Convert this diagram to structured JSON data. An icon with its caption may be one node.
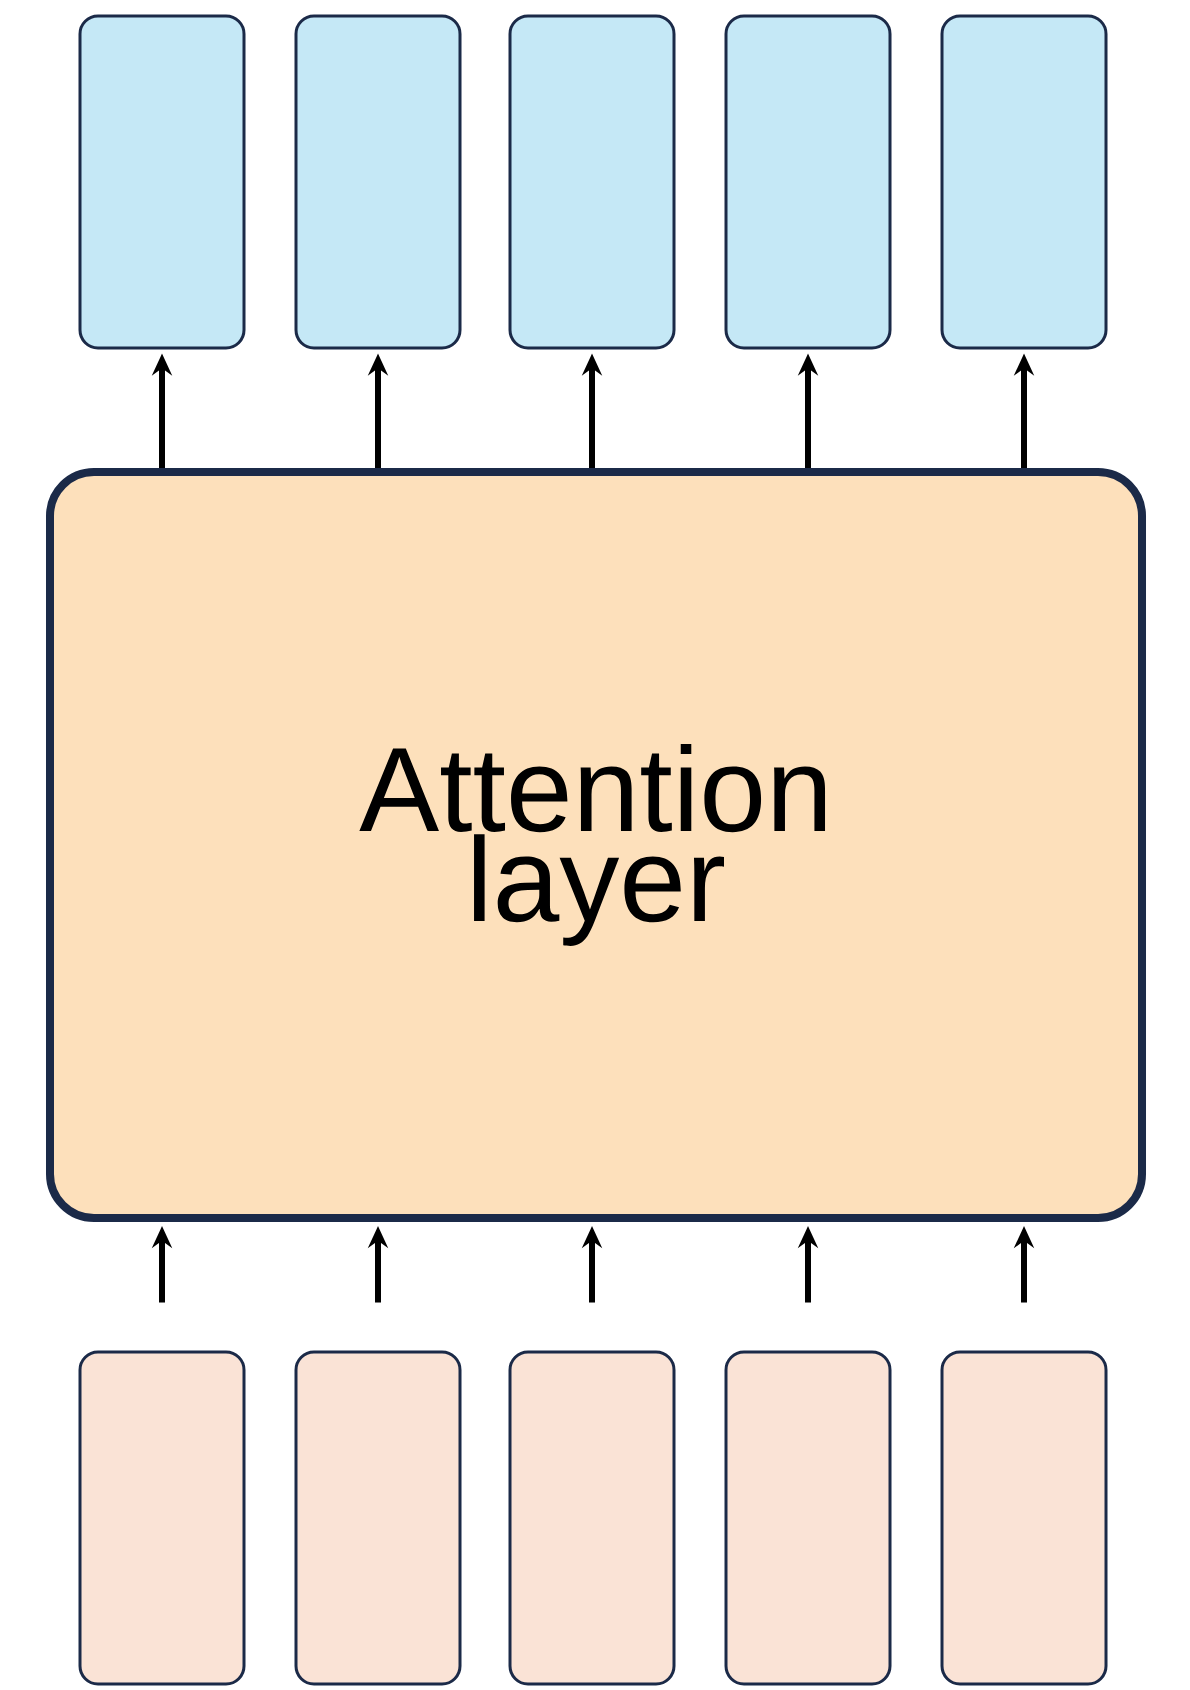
{
  "diagram": {
    "nodes": [
      {
        "text": [],
        "shape": "box"
      },
      {
        "text": [],
        "shape": "box"
      },
      {
        "text": [],
        "shape": "box"
      },
      {
        "text": [],
        "shape": "box"
      },
      {
        "text": [],
        "shape": "box"
      },
      {
        "text": [
          "Attention layer"
        ]
      },
      {
        "text": [],
        "shape": "box"
      },
      {
        "text": [],
        "shape": "box"
      },
      {
        "text": [],
        "shape": "box"
      },
      {
        "text": [],
        "shape": "box"
      },
      {
        "text": [],
        "shape": "box"
      }
    ],
    "edges": [
      {
        "from": 5,
        "to": 0,
        "arrow": "to"
      },
      {
        "from": 5,
        "to": 1,
        "arrow": "to"
      },
      {
        "from": 5,
        "to": 2,
        "arrow": "to"
      },
      {
        "from": 5,
        "to": 3,
        "arrow": "to"
      },
      {
        "from": 5,
        "to": 4,
        "arrow": "to"
      },
      {
        "from": 6,
        "to": 5,
        "arrow": "to"
      },
      {
        "from": 7,
        "to": 5,
        "arrow": "to"
      },
      {
        "from": 8,
        "to": 5,
        "arrow": "to"
      },
      {
        "from": 9,
        "to": 5,
        "arrow": "to"
      },
      {
        "from": 10,
        "to": 5,
        "arrow": "to"
      }
    ]
  }
}
